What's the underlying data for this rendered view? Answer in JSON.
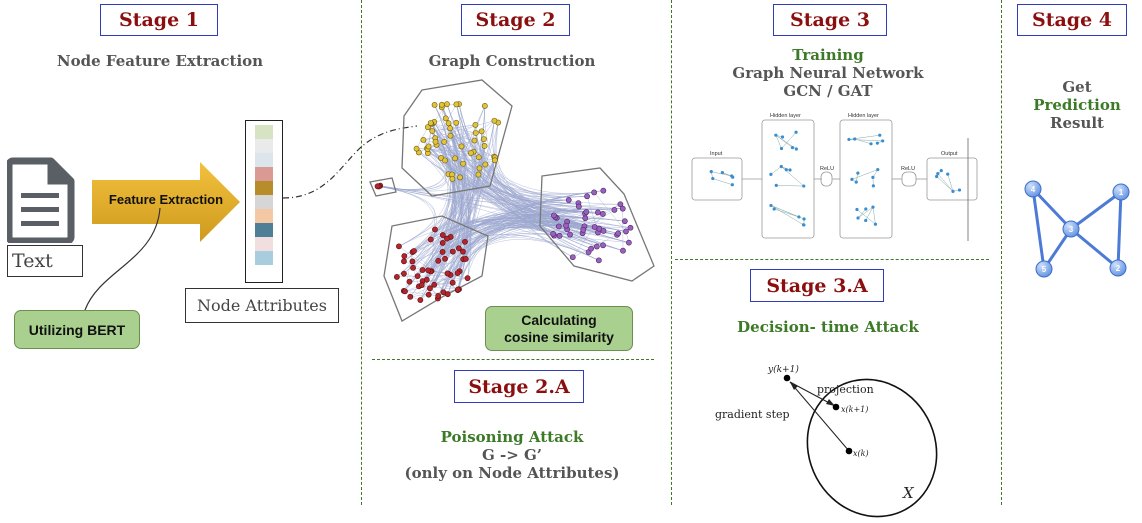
{
  "stage1": {
    "label": "Stage 1",
    "title": "Node Feature Extraction",
    "feature_extraction": "Feature Extraction",
    "text_label": "Text",
    "utilizing_bert": "Utilizing BERT",
    "node_attributes": "Node Attributes",
    "attribute_colors": [
      "#d6e4c4",
      "#eaeaea",
      "#dce4ec",
      "#d99a94",
      "#b78d2c",
      "#d6d6d6",
      "#f4c8a4",
      "#4d8096",
      "#f1dede",
      "#a8cede"
    ]
  },
  "stage2": {
    "label": "Stage 2",
    "title": "Graph Construction",
    "cosine_box": "Calculating cosine similarity"
  },
  "stage2a": {
    "label": "Stage 2.A",
    "attack_title": "Poisoning Attack",
    "line1": "G -> G’",
    "line2": "(only on Node Attributes)"
  },
  "stage3": {
    "label": "Stage 3",
    "training": "Training",
    "line2": "Graph Neural Network",
    "line3": "GCN / GAT",
    "gnn_input": "Input",
    "gnn_hidden1": "Hidden layer",
    "gnn_hidden2": "Hidden layer",
    "gnn_relu1": "ReLU",
    "gnn_relu2": "ReLU",
    "gnn_output": "Output"
  },
  "stage3a": {
    "label": "Stage 3.A",
    "attack_title": "Decision- time Attack",
    "y_label": "y(k+1)",
    "projection": "projection",
    "x_next": "x(k+1)",
    "gradient_step": "gradient step",
    "x_k": "x(k)",
    "set_label": "X"
  },
  "stage4": {
    "label": "Stage 4",
    "get": "Get",
    "prediction": "Prediction",
    "result": "Result",
    "nodes": [
      "4",
      "1",
      "3",
      "5",
      "2"
    ]
  }
}
